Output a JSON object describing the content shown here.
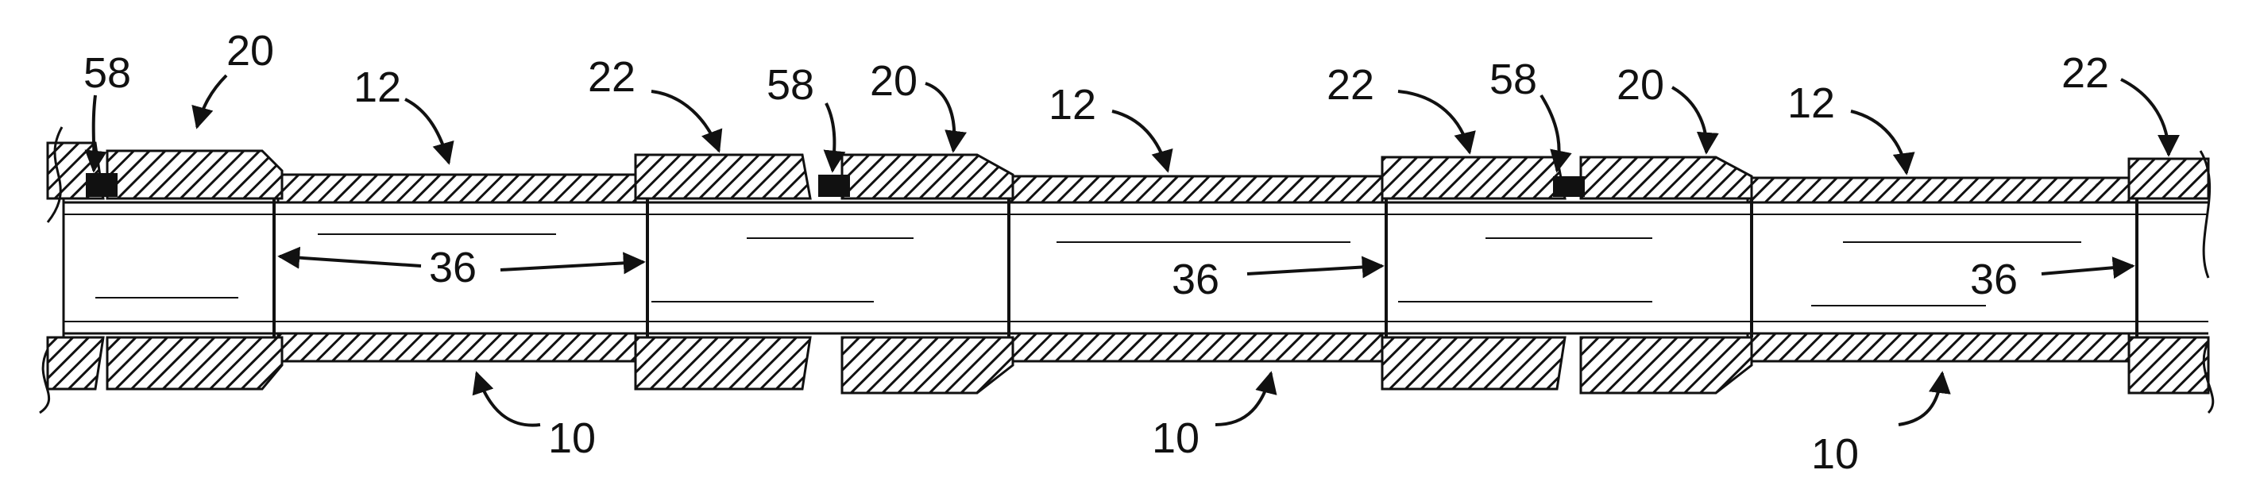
{
  "figure": {
    "labels": {
      "ref_58": "58",
      "ref_20": "20",
      "ref_12": "12",
      "ref_22": "22",
      "ref_36": "36",
      "ref_10": "10"
    }
  },
  "colors": {
    "line": "#111111",
    "background": "#ffffff"
  }
}
